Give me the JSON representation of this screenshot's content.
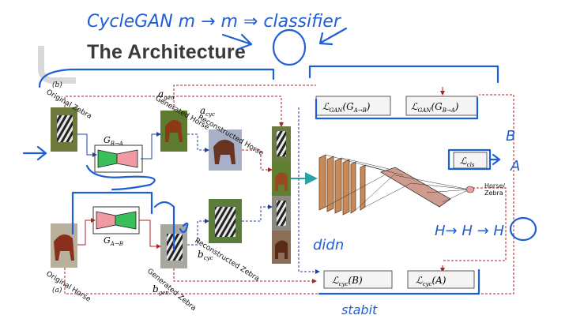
{
  "slide": {
    "title": "The Architecture",
    "annotations": {
      "top_note": "CycleGAN m → m ⇒ classifier",
      "didn": "didn",
      "stabit": "stabit",
      "b_mark": "B",
      "a_mark": "A",
      "h_sequence": "H→ H → H"
    }
  },
  "figure": {
    "panel_b": "(b)",
    "panel_a": "(a)",
    "labels": {
      "original_zebra": "Original Zebra",
      "generated_horse": "Generated Horse",
      "reconstructed_horse": "Reconstructed Horse",
      "original_horse": "Original Horse",
      "generated_zebra": "Generated Zebra",
      "reconstructed_zebra": "Reconstructed Zebra",
      "a_gen": "a",
      "a_gen_sub": "gen",
      "a_cyc": "a",
      "a_cyc_sub": "cyc",
      "b_cyc": "b",
      "b_cyc_sub": "cyc",
      "b_gen": "b",
      "b_gen_sub": "gen",
      "g_ba": "G",
      "g_ba_sub": "B→A",
      "g_ab": "G",
      "g_ab_sub": "A→B",
      "output": "Horse/\nZebra",
      "output_line1": "Horse/",
      "output_line2": "Zebra"
    },
    "losses": {
      "gan_ab": "ℒGAN(GA→B)",
      "gan_ab_main": "ℒ",
      "gan_ab_sub": "GAN",
      "gan_ab_arg": "(G",
      "gan_ab_arg_sub": "A→B",
      "gan_ba_main": "ℒ",
      "gan_ba_sub": "GAN",
      "gan_ba_arg": "(G",
      "gan_ba_arg_sub": "B→A",
      "cls_main": "ℒ",
      "cls_sub": "cls",
      "cyc_b_main": "ℒ",
      "cyc_b_sub": "cyc",
      "cyc_b_arg": "(B)",
      "cyc_a_main": "ℒ",
      "cyc_a_sub": "cyc",
      "cyc_a_arg": "(A)"
    }
  }
}
